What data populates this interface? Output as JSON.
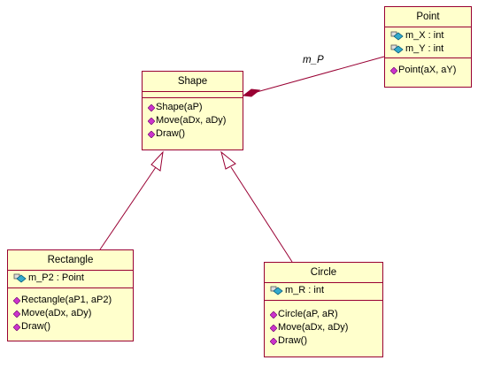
{
  "classes": {
    "shape": {
      "name": "Shape",
      "attributes": [],
      "operations": [
        "Shape(aP)",
        "Move(aDx, aDy)",
        "Draw()"
      ]
    },
    "point": {
      "name": "Point",
      "attributes": [
        "m_X : int",
        "m_Y : int"
      ],
      "operations": [
        "Point(aX, aY)"
      ]
    },
    "rectangle": {
      "name": "Rectangle",
      "attributes": [
        "m_P2 : Point"
      ],
      "operations": [
        "Rectangle(aP1, aP2)",
        "Move(aDx, aDy)",
        "Draw()"
      ]
    },
    "circle": {
      "name": "Circle",
      "attributes": [
        "m_R : int"
      ],
      "operations": [
        "Circle(aP, aR)",
        "Move(aDx, aDy)",
        "Draw()"
      ]
    }
  },
  "associations": {
    "shape_point": {
      "role": "m_P",
      "kind": "composition"
    }
  },
  "icons": {
    "operation": "method-diamond-icon",
    "attribute": "attribute-field-icon"
  },
  "colors": {
    "class_fill": "#ffffcc",
    "class_border": "#990033",
    "line": "#990033",
    "operation_icon": "#cc33cc",
    "attribute_icon": "#33aacc"
  }
}
